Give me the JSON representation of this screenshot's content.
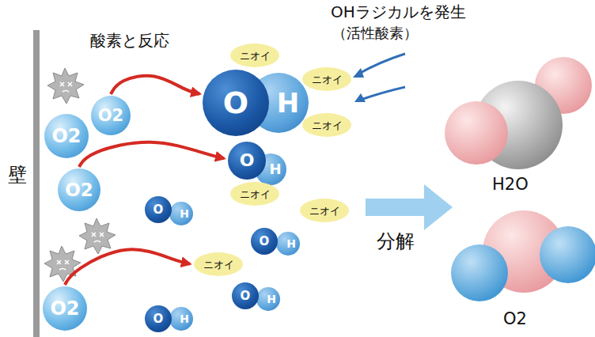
{
  "diagram": {
    "nodes": [
      {
        "text": [
          "O2"
        ]
      },
      {
        "text": [
          "O2"
        ]
      },
      {
        "text": [
          "O2"
        ]
      },
      {
        "text": [
          "O2"
        ]
      },
      {
        "text": [
          "O"
        ]
      },
      {
        "text": [
          "H"
        ]
      },
      {
        "text": [
          "O"
        ]
      },
      {
        "text": [
          "H"
        ]
      },
      {
        "text": [
          "O"
        ]
      },
      {
        "text": [
          "H"
        ]
      },
      {
        "text": [
          "O"
        ]
      },
      {
        "text": [
          "H"
        ]
      },
      {
        "text": [
          "O"
        ]
      },
      {
        "text": [
          "H"
        ]
      },
      {
        "text": [
          "O"
        ]
      },
      {
        "text": [
          "H"
        ]
      },
      {
        "text": [
          "ニオイ"
        ]
      },
      {
        "text": [
          "ニオイ"
        ]
      },
      {
        "text": [
          "ニオイ"
        ]
      },
      {
        "text": [
          "ニオイ"
        ]
      },
      {
        "text": [
          "ニオイ"
        ]
      },
      {
        "text": [
          "ニオイ"
        ]
      }
    ],
    "edges": [
      {
        "from": 0,
        "to": 4,
        "arrow": "to"
      },
      {
        "from": 2,
        "to": 6,
        "arrow": "to"
      },
      {
        "from": 3,
        "to": 21,
        "arrow": "to"
      }
    ],
    "labels": [
      "壁",
      "酸素と反応",
      "OHラジカルを発生",
      "（活性酸素）",
      "分解",
      "H2O",
      "O2"
    ]
  }
}
